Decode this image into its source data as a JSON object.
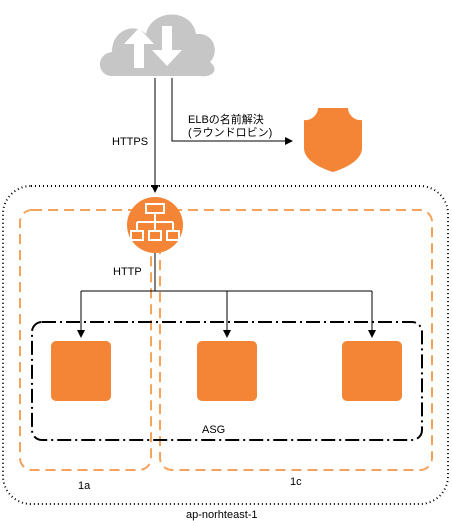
{
  "diagram": {
    "dns_label_line1": "ELBの名前解決",
    "dns_label_line2": "(ラウンドロビン)",
    "https_label": "HTTPS",
    "http_label": "HTTP",
    "asg_label": "ASG",
    "az_a_label": "1a",
    "az_c_label": "1c",
    "region_label": "ap-norhteast-1"
  },
  "colors": {
    "aws_orange": "#F58536",
    "dashed_orange": "#F5A25D",
    "gray_cloud": "#C6C6C6",
    "line": "#000000"
  },
  "icons": {
    "internet": "cloud-upload-download-icon",
    "dns": "route53-shield-icon",
    "load_balancer": "elb-icon",
    "instances": [
      "ec2-instance-icon",
      "ec2-instance-icon",
      "ec2-instance-icon"
    ]
  }
}
